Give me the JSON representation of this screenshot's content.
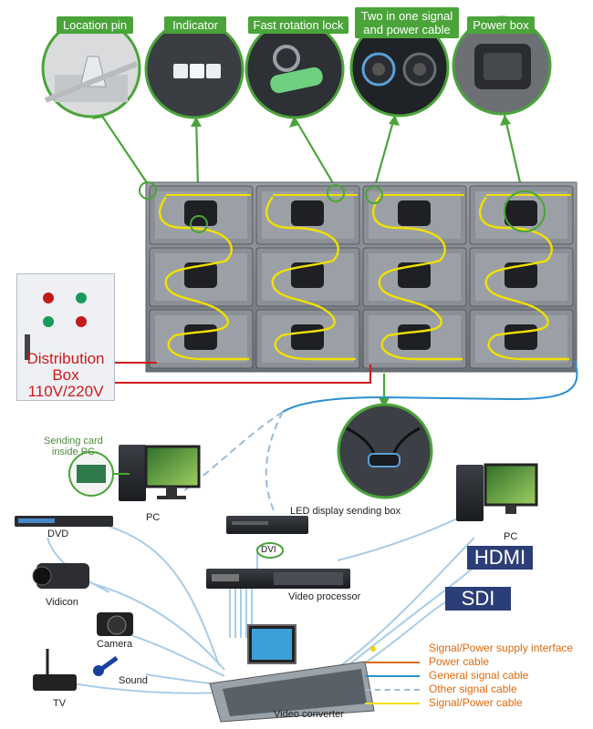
{
  "callouts": [
    {
      "label": "Location pin",
      "icon": "location-pin-icon"
    },
    {
      "label": "Indicator",
      "icon": "indicator-led-icon"
    },
    {
      "label": "Fast rotation lock",
      "icon": "rotation-lock-icon"
    },
    {
      "label": "Two in one signal\nand power cable",
      "icon": "connector-icon"
    },
    {
      "label": "Power box",
      "icon": "power-box-icon"
    }
  ],
  "distribution_box": {
    "line1": "Distribution",
    "line2": "Box",
    "line3": "110V/220V"
  },
  "devices": {
    "sending_card": "Sending card\ninside PC",
    "pc_left": "PC",
    "pc_right": "PC",
    "dvd": "DVD",
    "vidicon": "Vidicon",
    "camera": "Camera",
    "sound": "Sound",
    "tv": "TV",
    "sending_box": "LED display sending box",
    "dvi": "DVI",
    "video_processor": "Video processor",
    "video_converter": "Video converter"
  },
  "ports": {
    "hdmi": "HDMI",
    "sdi": "SDI"
  },
  "legend": [
    {
      "label": "Signal/Power supply interface",
      "style": "dot",
      "color": "#f5d000"
    },
    {
      "label": "Power cable",
      "style": "solid",
      "color": "#e06a10"
    },
    {
      "label": "General signal cable",
      "style": "solid",
      "color": "#2a8fd0"
    },
    {
      "label": "Other signal cable",
      "style": "dashed",
      "color": "#9bbbd6"
    },
    {
      "label": "Signal/Power cable",
      "style": "solid",
      "color": "#f0e000"
    }
  ],
  "colors": {
    "callout_green": "#4aa43a",
    "signal_blue": "#2a8fd0",
    "other_signal": "#9bbbd6",
    "power_red": "#d01a1a",
    "yellow_cable": "#f0e000"
  }
}
